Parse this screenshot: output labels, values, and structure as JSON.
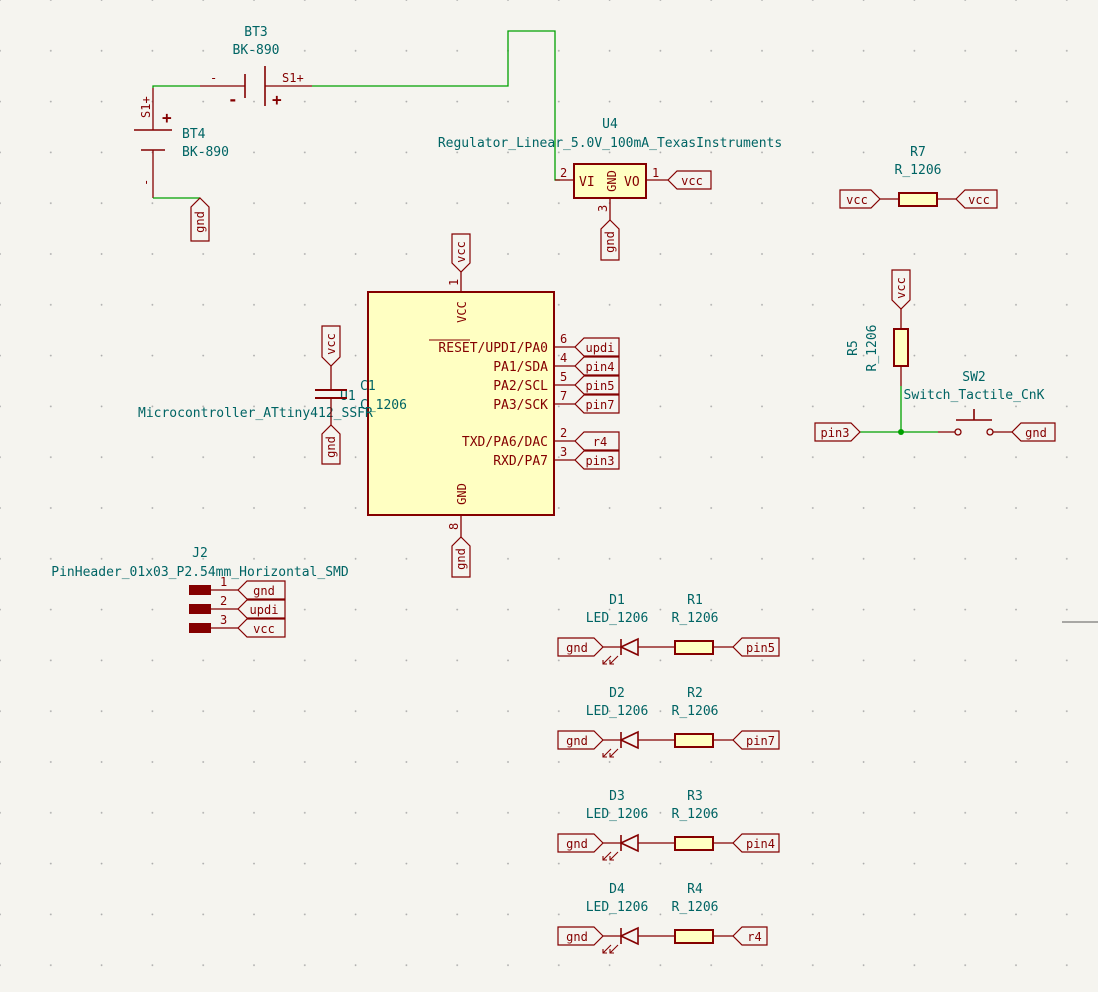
{
  "colors": {
    "background": "#f5f4ef",
    "wire": "#00a000",
    "symbol": "#840000",
    "symbol_fill": "#ffffc2",
    "reference_text": "#006464"
  },
  "components": {
    "BT3": {
      "ref": "BT3",
      "value": "BK-890",
      "pin_minus": "-",
      "pin_plus": "S1+",
      "sym_minus": "-",
      "sym_plus": "+"
    },
    "BT4": {
      "ref": "BT4",
      "value": "BK-890",
      "pin_plus": "S1+",
      "pin_minus": "-",
      "sym_plus": "+"
    },
    "U4": {
      "ref": "U4",
      "value": "Regulator_Linear_5.0V_100mA_TexasInstruments",
      "pin_vi": "VI",
      "pin_gnd": "GND",
      "pin_vo": "VO",
      "num_vi": "2",
      "num_vo": "1",
      "num_gnd": "3"
    },
    "R7": {
      "ref": "R7",
      "value": "R_1206"
    },
    "U1": {
      "ref": "U1",
      "value": "Microcontroller_ATtiny412_SSFR",
      "pin_vcc": "VCC",
      "num_vcc": "1",
      "pin_gnd": "GND",
      "num_gnd": "8",
      "right_pins": [
        {
          "num": "6",
          "name": "RESET/UPDI/PA0",
          "net": "updi"
        },
        {
          "num": "4",
          "name": "PA1/SDA",
          "net": "pin4"
        },
        {
          "num": "5",
          "name": "PA2/SCL",
          "net": "pin5"
        },
        {
          "num": "7",
          "name": "PA3/SCK",
          "net": "pin7"
        },
        {
          "num": "2",
          "name": "TXD/PA6/DAC",
          "net": "r4"
        },
        {
          "num": "3",
          "name": "RXD/PA7",
          "net": "pin3"
        }
      ]
    },
    "C1": {
      "ref": "C1",
      "value": "C_1206"
    },
    "R5": {
      "ref": "R5",
      "value": "R_1206"
    },
    "SW2": {
      "ref": "SW2",
      "value": "Switch_Tactile_CnK"
    },
    "J2": {
      "ref": "J2",
      "value": "PinHeader_01x03_P2.54mm_Horizontal_SMD",
      "pins": [
        {
          "num": "1",
          "net": "gnd"
        },
        {
          "num": "2",
          "net": "updi"
        },
        {
          "num": "3",
          "net": "vcc"
        }
      ]
    },
    "leds": [
      {
        "dref": "D1",
        "dval": "LED_1206",
        "rref": "R1",
        "rval": "R_1206",
        "gnd": "gnd",
        "net": "pin5"
      },
      {
        "dref": "D2",
        "dval": "LED_1206",
        "rref": "R2",
        "rval": "R_1206",
        "gnd": "gnd",
        "net": "pin7"
      },
      {
        "dref": "D3",
        "dval": "LED_1206",
        "rref": "R3",
        "rval": "R_1206",
        "gnd": "gnd",
        "net": "pin4"
      },
      {
        "dref": "D4",
        "dval": "LED_1206",
        "rref": "R4",
        "rval": "R_1206",
        "gnd": "gnd",
        "net": "r4"
      }
    ]
  },
  "labels": {
    "bt4_gnd": "gnd",
    "u4_vo": "vcc",
    "u4_gnd": "gnd",
    "r7_left": "vcc",
    "r7_right": "vcc",
    "u1_vcc": "vcc",
    "u1_gnd": "gnd",
    "c1_vcc": "vcc",
    "c1_gnd": "gnd",
    "r5_vcc": "vcc",
    "sw_pin3": "pin3",
    "sw_gnd": "gnd"
  }
}
